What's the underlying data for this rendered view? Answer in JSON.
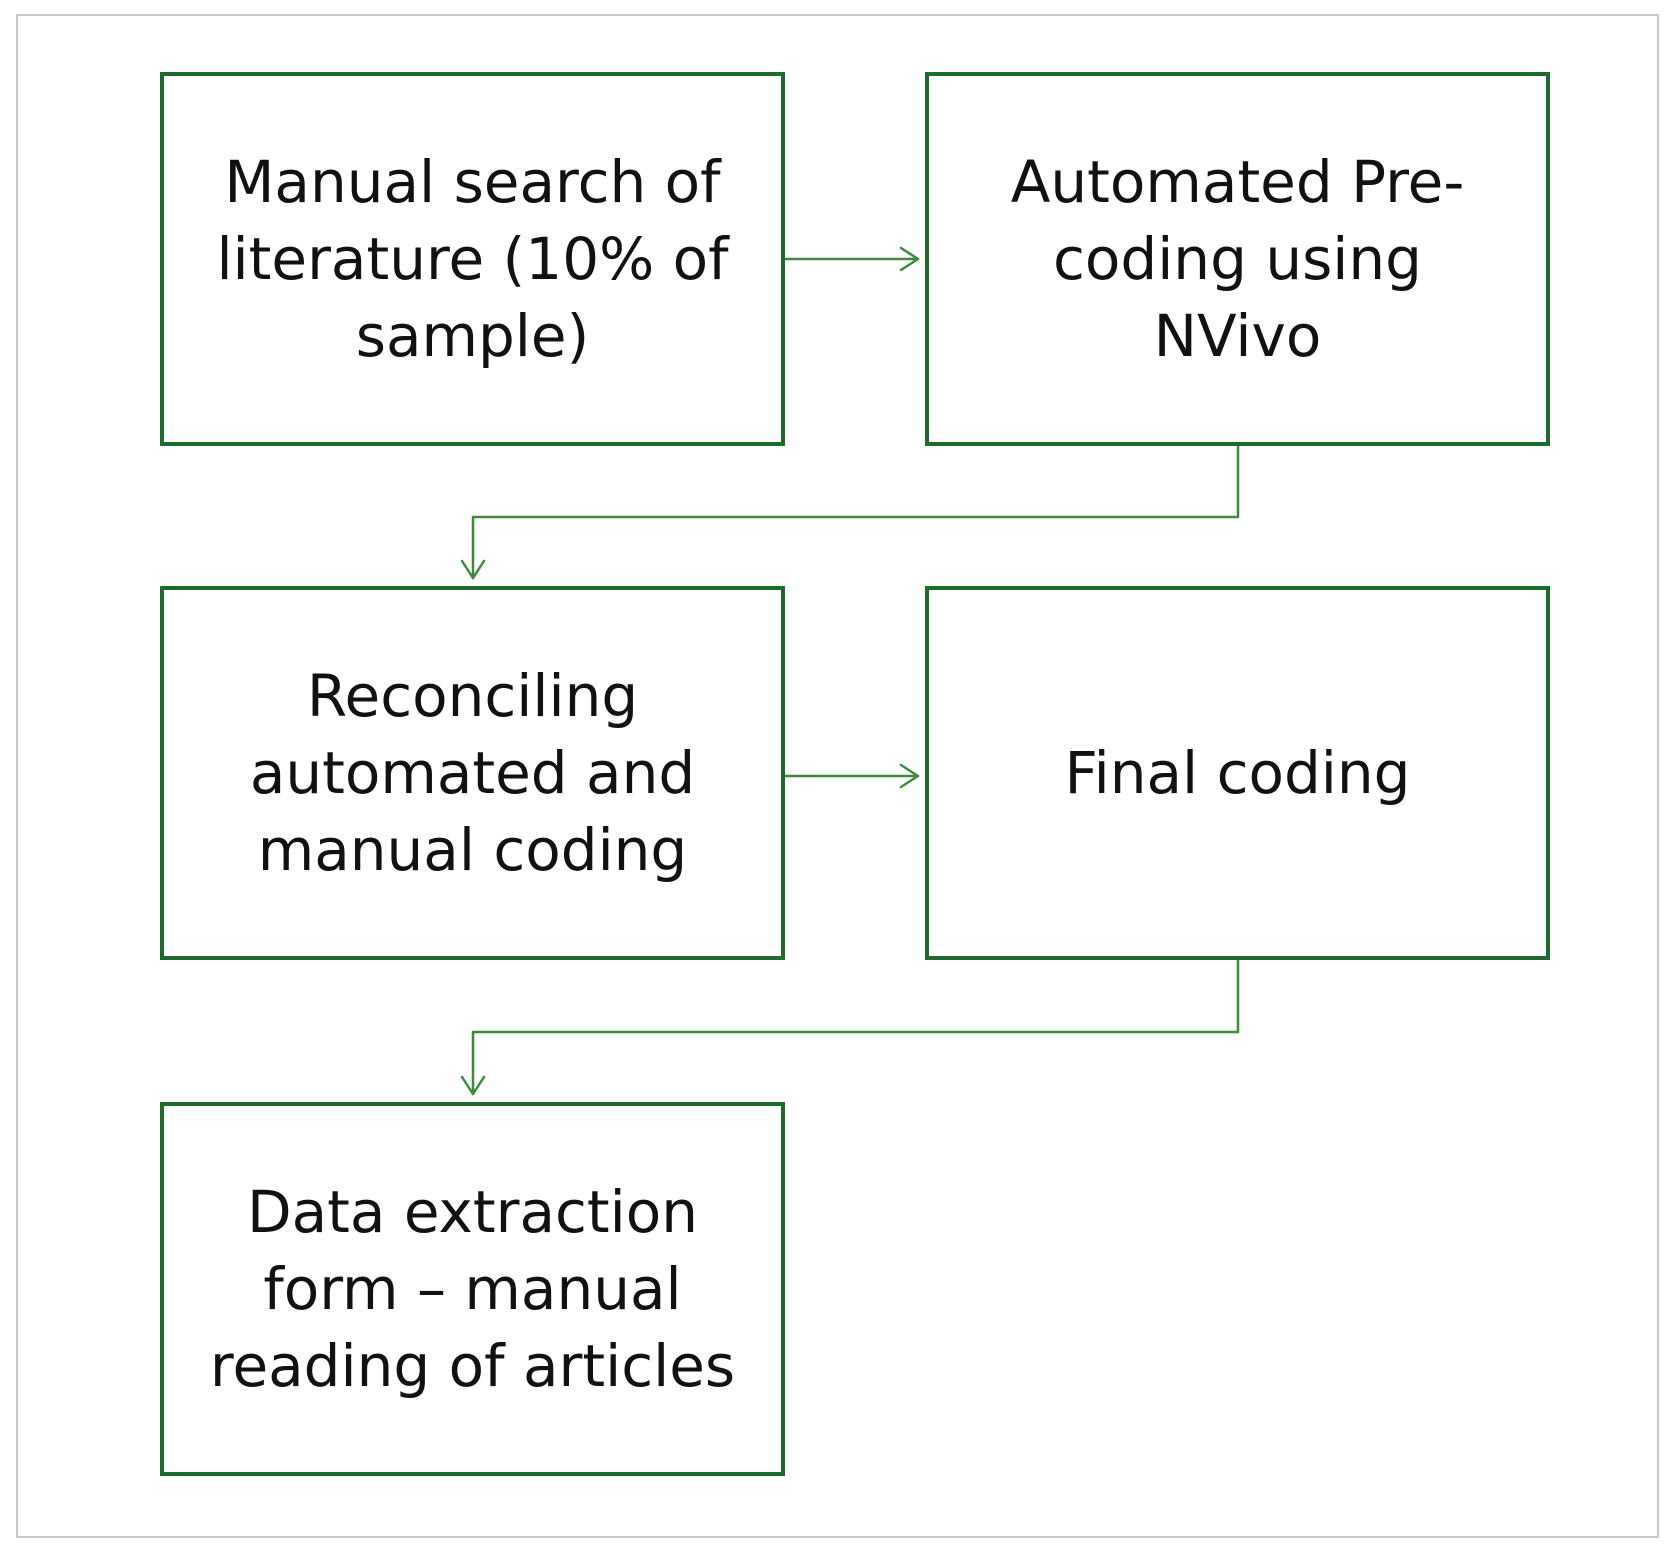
{
  "diagram": {
    "colors": {
      "box_border": "#1e6b2d",
      "connector": "#3d8a3d",
      "frame_border": "#c8c8c8",
      "text": "#111111"
    },
    "steps": [
      {
        "label": "Manual search of\nliterature (10% of\nsample)"
      },
      {
        "label": "Automated Pre-\ncoding using\nNVivo"
      },
      {
        "label": "Reconciling\nautomated and\nmanual coding"
      },
      {
        "label": "Final coding"
      },
      {
        "label": "Data extraction\nform – manual\nreading of articles"
      }
    ]
  }
}
